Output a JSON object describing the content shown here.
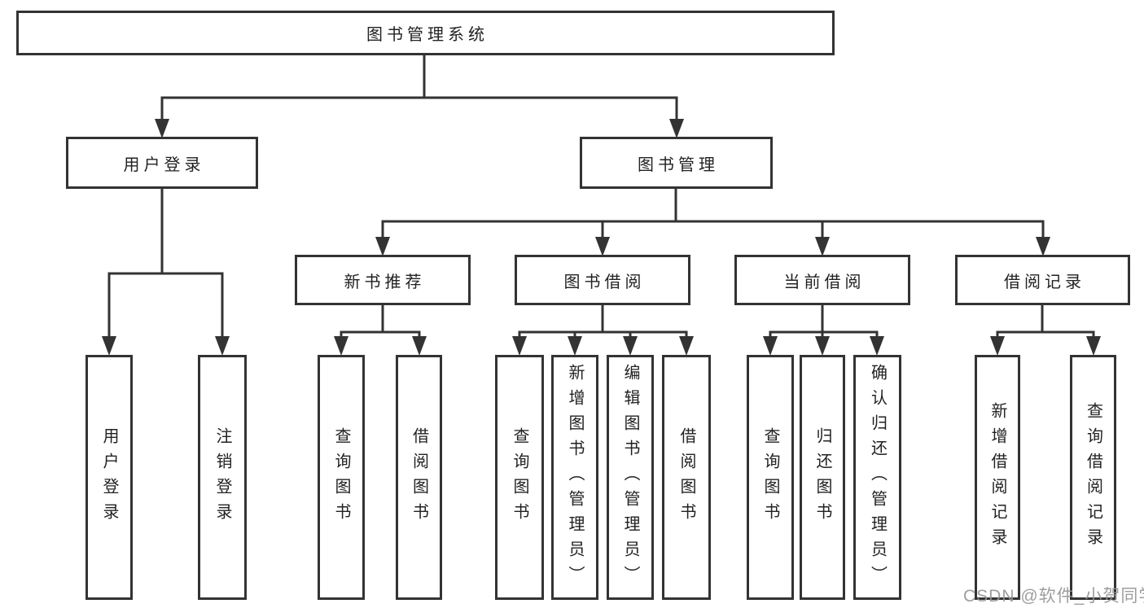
{
  "title": {
    "label": "图书管理系统"
  },
  "level2": {
    "user_login": "用户登录",
    "book_management": "图书管理"
  },
  "level3": {
    "new_book_recommend": "新书推荐",
    "book_borrow": "图书借阅",
    "current_borrow": "当前借阅",
    "borrow_record": "借阅记录"
  },
  "leaves": {
    "user_login": [
      "用户登录",
      "注销登录"
    ],
    "new_book_recommend": [
      "查询图书",
      "借阅图书"
    ],
    "book_borrow": [
      "查询图书",
      "新增图书（管理员）",
      "编辑图书（管理员）",
      "借阅图书"
    ],
    "current_borrow": [
      "查询图书",
      "归还图书",
      "确认归还（管理员）"
    ],
    "borrow_record": [
      "新增借阅记录",
      "查询借阅记录"
    ]
  },
  "watermark": {
    "text": "CSDN @软件_小贺同学",
    "color": "#969696"
  },
  "colors": {
    "line": "#333333",
    "box_border": "#333333",
    "box_fill": "#ffffff",
    "text": "#222222",
    "background": "#ffffff"
  }
}
